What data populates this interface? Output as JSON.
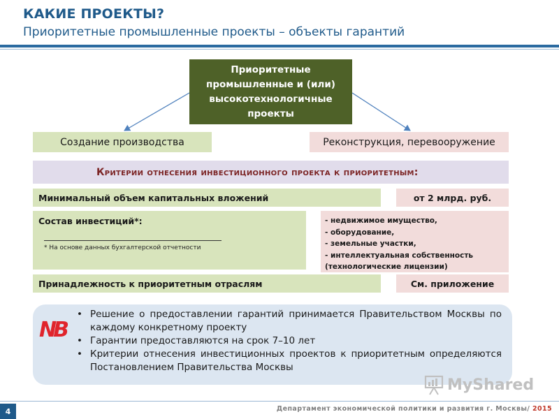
{
  "header": {
    "title": "КАКИЕ ПРОЕКТЫ?",
    "subtitle": "Приоритетные промышленные проекты – объекты гарантий"
  },
  "top_box": {
    "text": "Приоритетные промышленные и (или) высокотехнологичные проекты"
  },
  "branches": {
    "left": "Создание производства",
    "right": "Реконструкция, перевооружение"
  },
  "criteria": {
    "header": "Критерии отнесения инвестиционного проекта к приоритетным:",
    "row1": {
      "label": "Минимальный объем капитальных вложений",
      "value": "от 2 млрд. руб."
    },
    "row2": {
      "label": "Состав инвестиций*:",
      "note": "* На основе данных бухгалтерской отчетности",
      "items": [
        "- недвижимое имущество,",
        "- оборудование,",
        "- земельные участки,",
        "- интеллектуальная собственность",
        "(технологические лицензии)"
      ]
    },
    "row3": {
      "label": "Принадлежность к приоритетным отраслям",
      "value": "См. приложение"
    }
  },
  "nb": {
    "mark": "NB",
    "bullets": [
      "Решение о предоставлении гарантий принимается Правительством Москвы по каждому конкретному проекту",
      "Гарантии предоставляются на срок 7–10 лет",
      "Критерии отнесения инвестиционных проектов к приоритетным определяются Постановлением Правительства Москвы"
    ]
  },
  "watermark": {
    "text": "MyShared"
  },
  "footer": {
    "page_number": "4",
    "department": "Департамент экономической политики и развития г. Москвы/",
    "year": "2015"
  },
  "colors": {
    "brand_blue": "#1f5a8a",
    "dark_green": "#4e6128",
    "light_green": "#d8e4bc",
    "light_pink": "#f2dcdb",
    "lavender": "#e1dceb",
    "light_blue": "#dce6f1",
    "nb_red": "#e0242c"
  }
}
